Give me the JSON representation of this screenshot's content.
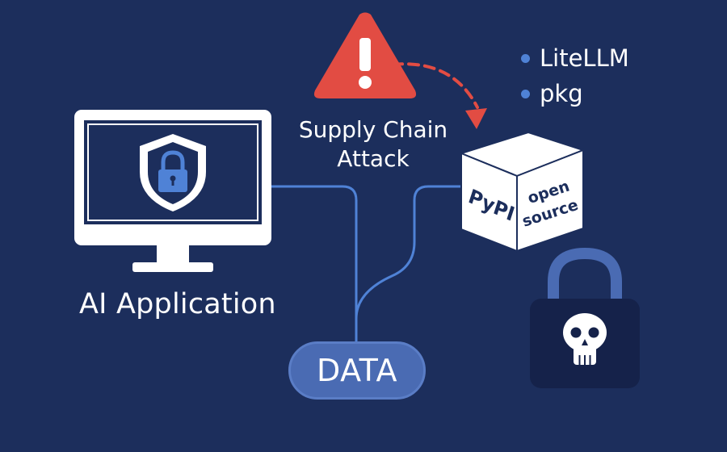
{
  "ai_application": {
    "label": "AI Application",
    "icon": "monitor-shield-lock-icon"
  },
  "attack": {
    "line1": "Supply Chain",
    "line2": "Attack",
    "icon": "warning-triangle-icon",
    "color": "#e24c43"
  },
  "package_list": [
    "LiteLLM",
    "pkg"
  ],
  "pypi_box": {
    "front_label": "PyPI",
    "side_line1": "open",
    "side_line2": "source"
  },
  "data_node": {
    "label": "DATA"
  },
  "compromised_lock": {
    "icon": "lock-skull-icon"
  },
  "colors": {
    "background": "#1c2e5c",
    "accent_blue": "#4f82d6",
    "danger": "#e24c43",
    "white": "#ffffff"
  }
}
